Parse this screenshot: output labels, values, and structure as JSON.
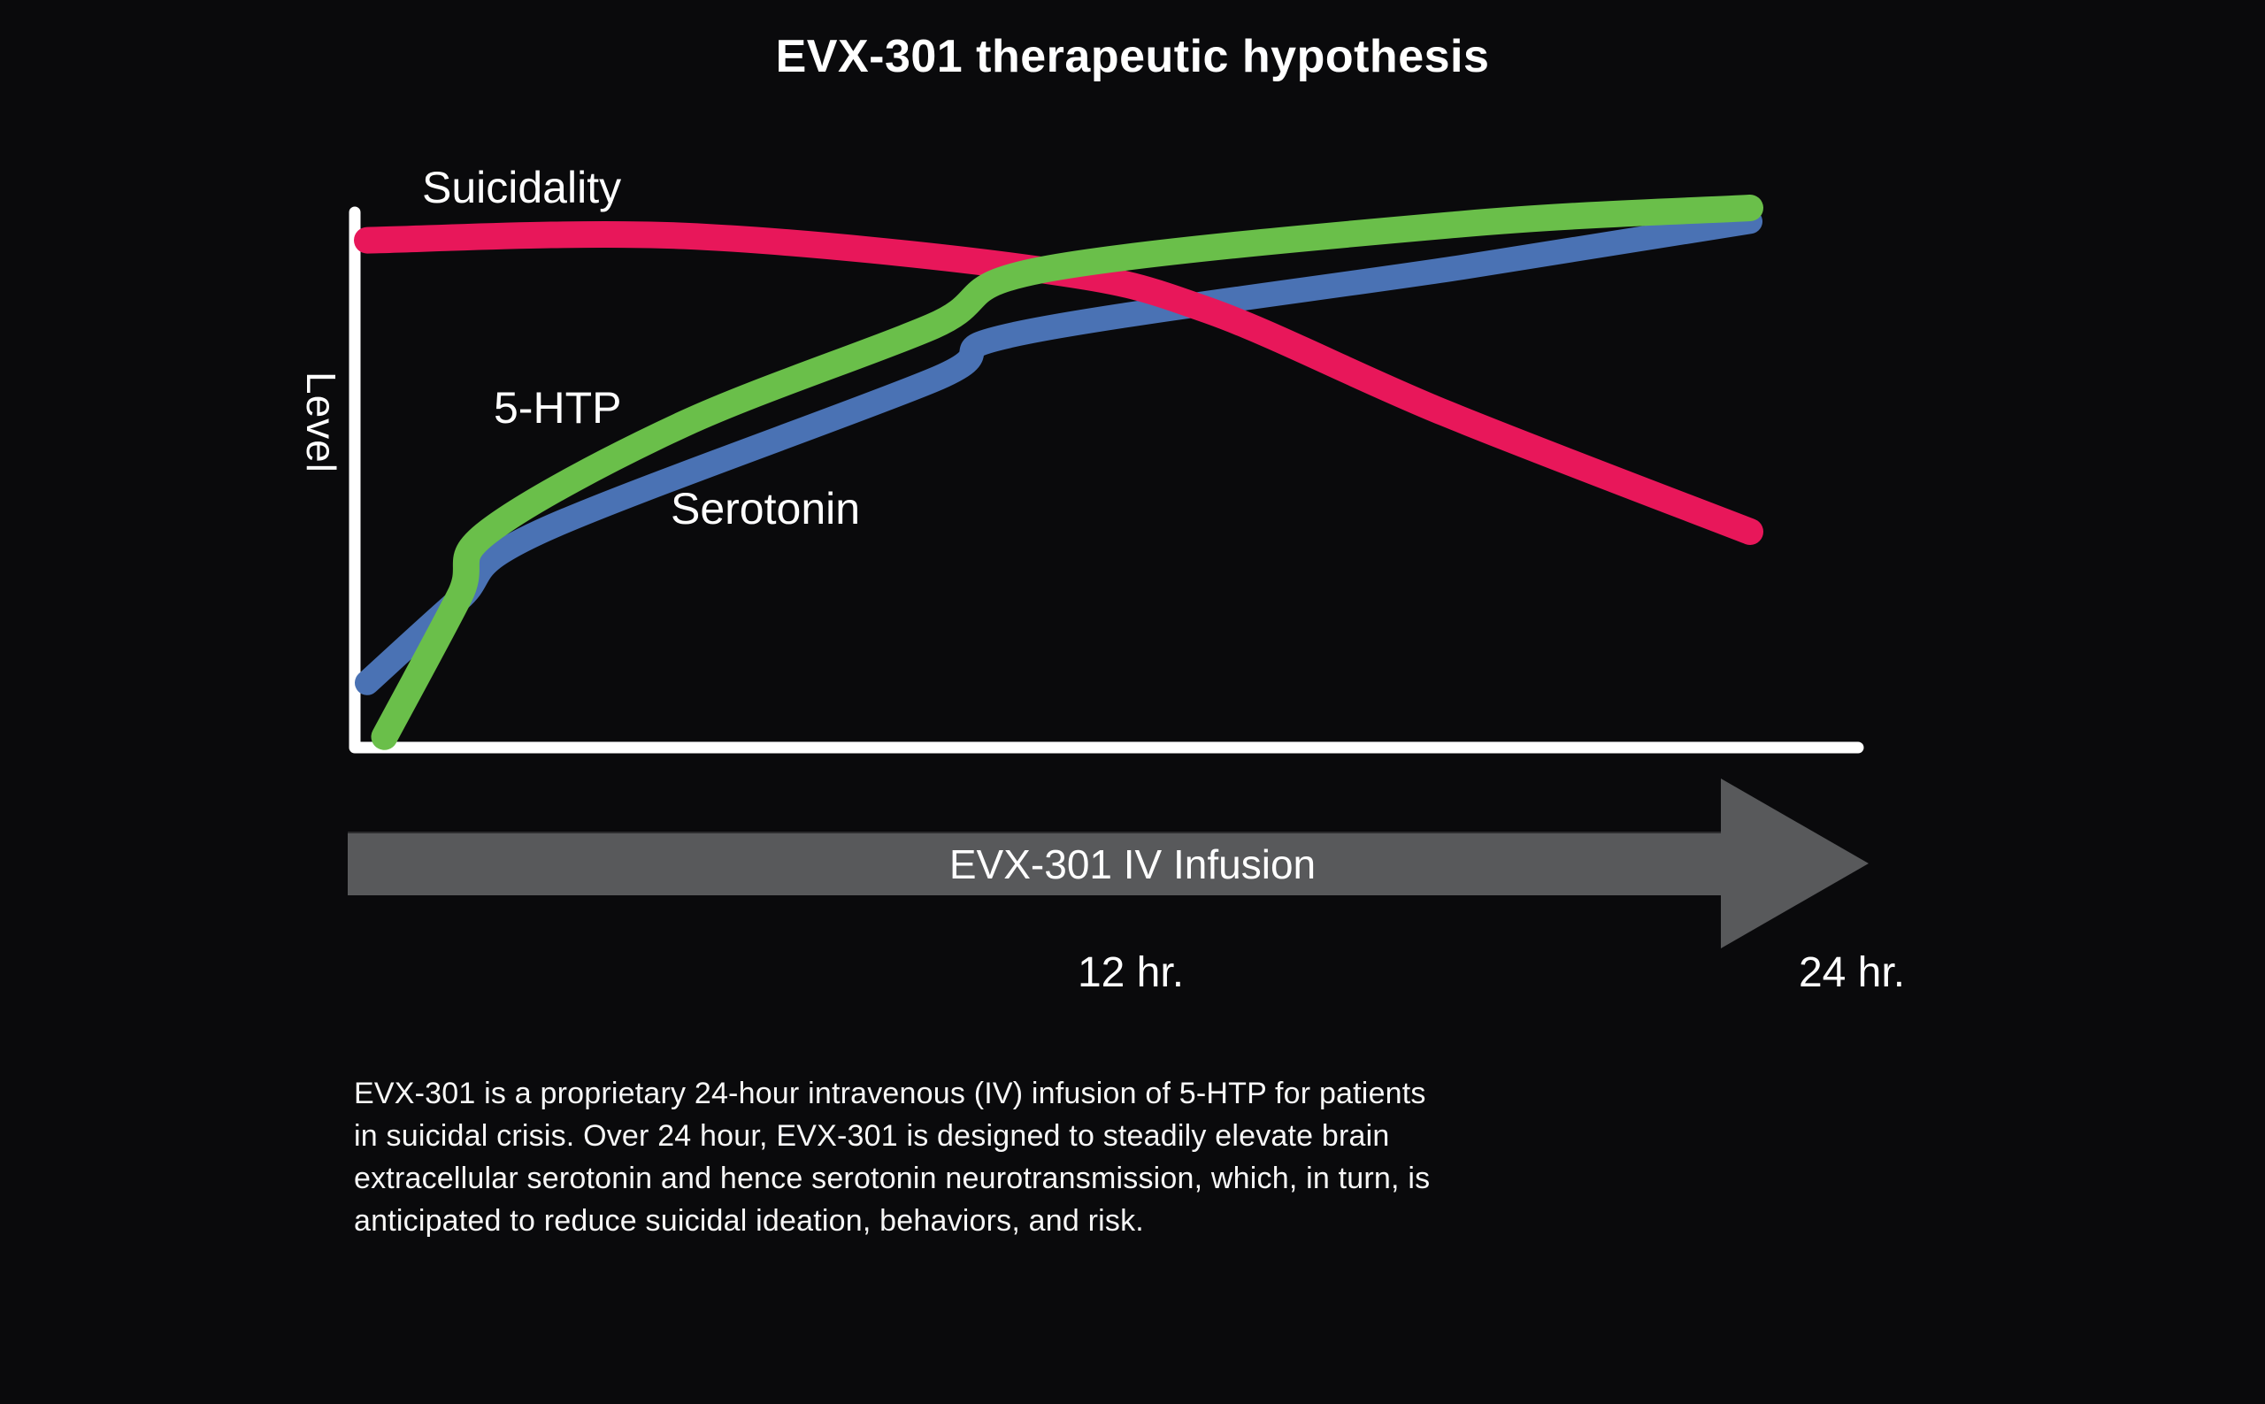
{
  "title": "EVX-301 therapeutic hypothesis",
  "chart_data": {
    "type": "line",
    "title": "EVX-301 therapeutic hypothesis",
    "xlabel": "EVX-301 IV Infusion",
    "ylabel": "Level",
    "x_unit": "hours",
    "xlim": [
      0,
      24
    ],
    "ylim": [
      0,
      1
    ],
    "x_ticks": [
      "12 hr.",
      "24 hr."
    ],
    "grid": false,
    "legend_position": "inline-labels",
    "axis_color": "#ffffff",
    "draw_order": [
      2,
      0,
      1
    ],
    "series": [
      {
        "name": "Suicidality",
        "color": "#e8175a",
        "stroke_width": 30,
        "points": [
          [
            0,
            0.94
          ],
          [
            5.5,
            0.948
          ],
          [
            11.7,
            0.885
          ],
          [
            14.6,
            0.81
          ],
          [
            18.7,
            0.62
          ],
          [
            24,
            0.4
          ]
        ]
      },
      {
        "name": "5-HTP",
        "color": "#6abf4a",
        "stroke_width": 30,
        "points": [
          [
            0.3,
            0.02
          ],
          [
            1.6,
            0.28
          ],
          [
            2.1,
            0.4
          ],
          [
            5.5,
            0.6
          ],
          [
            9.8,
            0.78
          ],
          [
            11.7,
            0.885
          ],
          [
            19,
            0.97
          ],
          [
            24,
            1.0
          ]
        ]
      },
      {
        "name": "Serotonin",
        "color": "#4a72b4",
        "stroke_width": 28,
        "points": [
          [
            0,
            0.12
          ],
          [
            1.6,
            0.275
          ],
          [
            3.0,
            0.4
          ],
          [
            9.8,
            0.68
          ],
          [
            11.3,
            0.767
          ],
          [
            19,
            0.89
          ],
          [
            24,
            0.975
          ]
        ]
      }
    ]
  },
  "infusion_arrow": {
    "label": "EVX-301 IV Infusion",
    "color": "#58595b"
  },
  "description": {
    "lines": [
      "EVX-301 is a proprietary 24-hour intravenous (IV) infusion of 5-HTP for patients",
      "in suicidal crisis. Over 24 hour, EVX-301 is designed to steadily elevate brain",
      "extracellular serotonin and hence serotonin neurotransmission, which, in turn, is",
      "anticipated to reduce suicidal ideation, behaviors, and risk."
    ]
  }
}
